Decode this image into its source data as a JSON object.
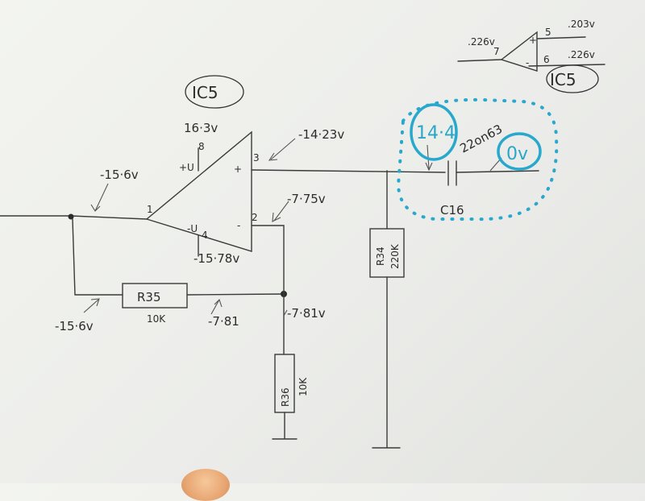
{
  "chip_labels": {
    "main": "IC5",
    "ref": "IC5"
  },
  "pins": {
    "p1": "1",
    "p2": "2",
    "p3": "3",
    "p4": "4",
    "p8": "8",
    "plus_u": "+U",
    "minus_u": "-U",
    "plus_in": "+",
    "minus_in": "-"
  },
  "voltages": {
    "v_supply_pos": "16·3v",
    "v_input": "-15·6v",
    "v_pin3": "-14·23v",
    "v_pin2": "-7·75v",
    "v_supply_neg": "-15·78v",
    "v_feedback_left": "-15·6v",
    "v_r35_right": "-7·81",
    "v_node": "-7·81v"
  },
  "components": {
    "r35": "R35",
    "r35_value": "10K",
    "r36": "R36",
    "r36_value": "10K",
    "r34": "R34",
    "r34_value": "220K",
    "c16": "C16",
    "c16_value": "22on63"
  },
  "annotations": {
    "circled_left": "14·4",
    "circled_right": "0v",
    "blue_color": "#27a8cc"
  },
  "ref_opamp": {
    "pin5": "5",
    "pin6": "6",
    "pin7": "7",
    "v5": ".203v",
    "v7": ".226v",
    "v6": ".226v",
    "plus": "+",
    "minus": "-"
  }
}
